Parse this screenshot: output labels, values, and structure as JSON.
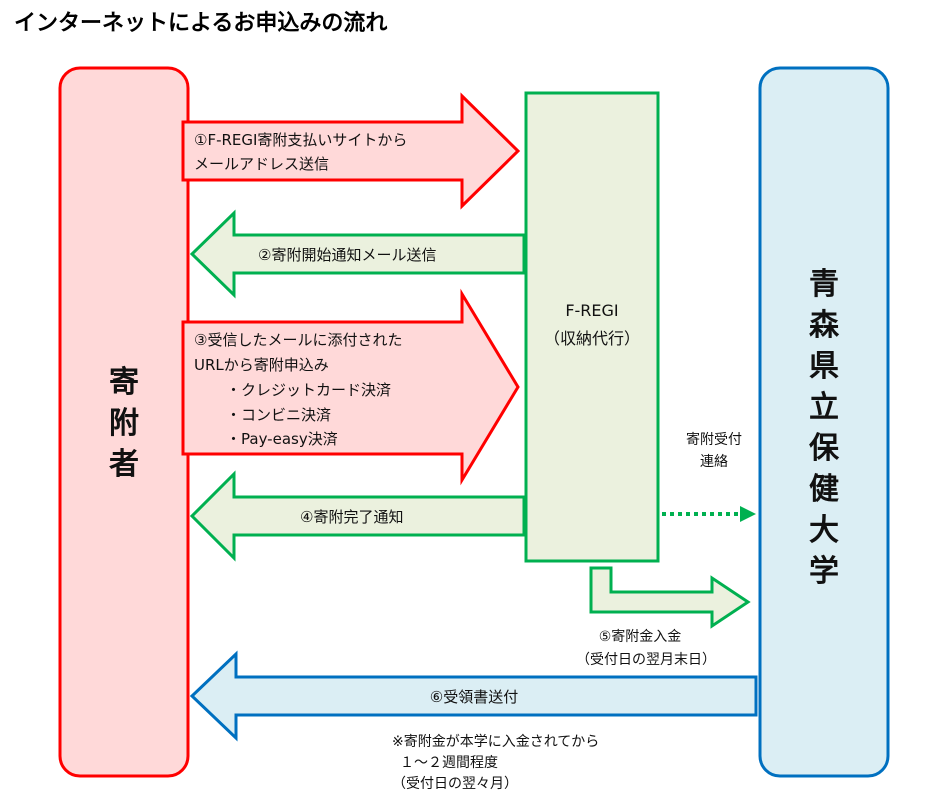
{
  "title": "インターネットによるお申込みの流れ",
  "donor": {
    "label_chars": [
      "寄",
      "附",
      "者"
    ]
  },
  "university": {
    "label_chars": [
      "青",
      "森",
      "県",
      "立",
      "保",
      "健",
      "大",
      "学"
    ]
  },
  "fregi": {
    "line1": "F-REGI",
    "line2": "（収納代行）"
  },
  "steps": {
    "step1": {
      "line1": "①F-REGI寄附支払いサイトから",
      "line2": "メールアドレス送信"
    },
    "step2": {
      "text": "②寄附開始通知メール送信"
    },
    "step3": {
      "line1": "③受信したメールに添付された",
      "line2": "URLから寄附申込み",
      "methods": [
        "・クレジットカード決済",
        "・コンビニ決済",
        "・Pay-easy決済"
      ]
    },
    "step4": {
      "text": "④寄附完了通知"
    },
    "step5": {
      "line1": "⑤寄附金入金",
      "line2": "（受付日の翌月末日）"
    },
    "step6": {
      "text": "⑥受領書送付"
    },
    "notify": {
      "line1": "寄附受付",
      "line2": "連絡"
    }
  },
  "note": {
    "line1": "※寄附金が本学に入金されてから",
    "line2": "１～２週間程度",
    "line3": "（受付日の翌々月）"
  },
  "colors": {
    "red_stroke": "#ff0000",
    "red_fill": "#ffd9d9",
    "green_stroke": "#00b050",
    "green_fill": "#ebf1de",
    "blue_stroke": "#0070c0",
    "blue_fill": "#dbeef4"
  }
}
